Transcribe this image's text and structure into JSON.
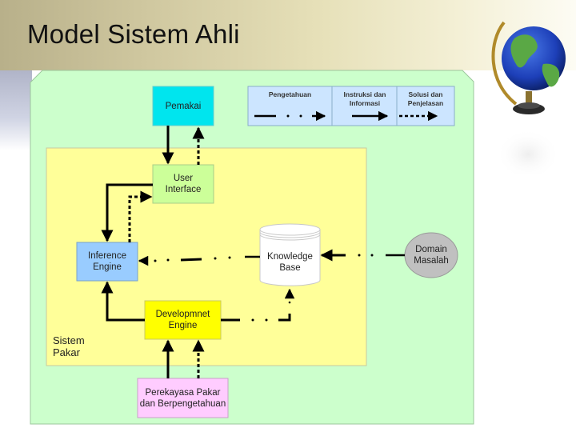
{
  "slide": {
    "title": "Model Sistem Ahli",
    "decoration": "globe-icon"
  },
  "legend": {
    "items": [
      {
        "label": "Pengetahuan",
        "line_style": "dash-dot"
      },
      {
        "label": "Instruksi dan Informasi",
        "line_style": "solid"
      },
      {
        "label": "Solusi dan Penjelasan",
        "line_style": "dashed"
      }
    ]
  },
  "diagram": {
    "container_label": "Sistem Pakar",
    "nodes": {
      "pemakai": "Pemakai",
      "user_interface": "User Interface",
      "inference_engine": "Inference Engine",
      "knowledge_base": "Knowledge Base",
      "domain_masalah": "Domain Masalah",
      "development_engine": "Developmnet Engine",
      "perekayasa": "Perekayasa Pakar dan Berpengetahuan"
    },
    "edges": [
      {
        "from": "Pemakai",
        "to": "User Interface",
        "style": "solid"
      },
      {
        "from": "User Interface",
        "to": "Pemakai",
        "style": "dashed"
      },
      {
        "from": "User Interface",
        "to": "Inference Engine",
        "style": "solid"
      },
      {
        "from": "Inference Engine",
        "to": "User Interface",
        "style": "dashed"
      },
      {
        "from": "Knowledge Base",
        "to": "Inference Engine",
        "style": "dash-dot"
      },
      {
        "from": "Domain Masalah",
        "to": "Knowledge Base",
        "style": "dash-dot"
      },
      {
        "from": "Developmnet Engine",
        "to": "Inference Engine",
        "style": "solid"
      },
      {
        "from": "Developmnet Engine",
        "to": "Knowledge Base",
        "style": "dash-dot"
      },
      {
        "from": "Perekayasa Pakar dan Berpengetahuan",
        "to": "Developmnet Engine",
        "style": "solid"
      },
      {
        "from": "Perekayasa Pakar dan Berpengetahuan",
        "to": "Developmnet Engine",
        "style": "dashed"
      }
    ]
  },
  "colors": {
    "outer_panel": "#ccffcc",
    "inner_panel": "#ffff99",
    "pemakai": "#00e5ee",
    "user_interface": "#ccff99",
    "inference_engine": "#99ccff",
    "development_engine": "#ffff00",
    "perekayasa": "#ffccff",
    "legend": "#cce5ff",
    "domain_masalah": "#c0c0c0"
  }
}
